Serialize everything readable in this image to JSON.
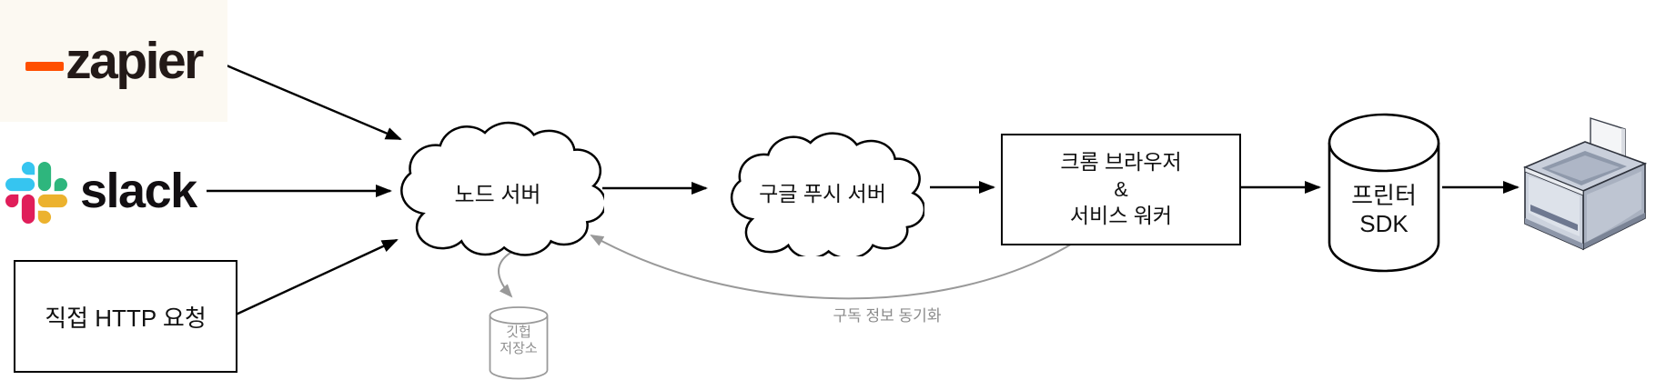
{
  "diagram_title": "push-print pipeline diagram",
  "colors": {
    "zapier_bg": "#fcf9f2",
    "zapier_orange": "#ff4f00",
    "zapier_text": "#231a18",
    "slack_blue": "#36C5F0",
    "slack_green": "#2EB67D",
    "slack_yellow": "#ECB22E",
    "slack_red": "#E01E5A",
    "line_black": "#000000",
    "line_gray": "#999999"
  },
  "sources": {
    "zapier": {
      "label": "zapier"
    },
    "slack": {
      "label": "slack"
    },
    "http_box": {
      "label": "직접 HTTP 요청"
    }
  },
  "nodes": {
    "node_server": {
      "label": "노드 서버",
      "shape": "cloud"
    },
    "google_push": {
      "label": "구글 푸시 서버",
      "shape": "cloud"
    },
    "chrome_box": {
      "line1": "크롬 브라우저",
      "line2": "&",
      "line3": "서비스 워커",
      "shape": "rect"
    },
    "printer_sdk": {
      "line1": "프린터",
      "line2": "SDK",
      "shape": "cylinder"
    },
    "github_repo": {
      "line1": "깃헙",
      "line2": "저장소",
      "shape": "cylinder"
    },
    "printer": {
      "icon": "printer-icon"
    }
  },
  "annotations": {
    "sync_label": "구독 정보 동기화"
  }
}
